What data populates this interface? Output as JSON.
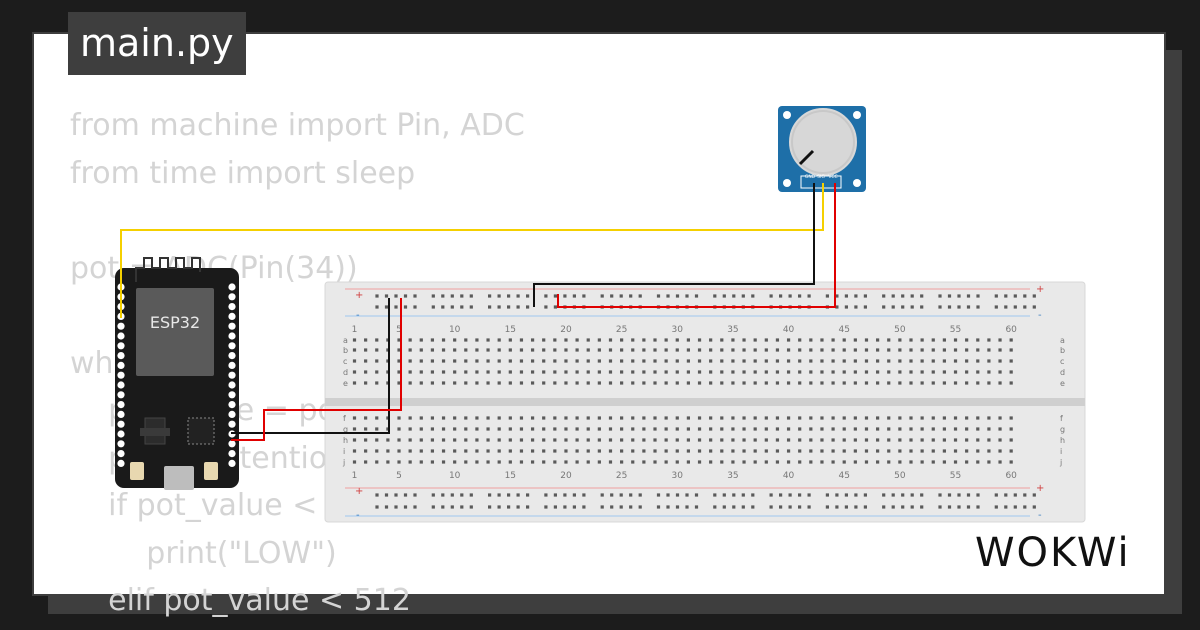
{
  "tab": {
    "filename": "main.py"
  },
  "code_lines": [
    "from machine import Pin, ADC",
    "from time import sleep",
    "",
    "pot = ADC(Pin(34))",
    "",
    "while True:",
    "    pot_value = pot.read()",
    "    print(\"Potentiometer value:\", pot_value)",
    "    if pot_value < 512:",
    "        print(\"LOW\")",
    "    elif pot_value < 512"
  ],
  "esp32": {
    "label": "ESP32"
  },
  "potentiometer": {
    "pins": [
      "GND",
      "SIG",
      "VCC"
    ]
  },
  "breadboard": {
    "column_numbers": [
      "1",
      "5",
      "10",
      "15",
      "20",
      "25",
      "30",
      "35",
      "40",
      "45",
      "50",
      "55",
      "60"
    ],
    "rows_top": [
      "a",
      "b",
      "c",
      "d",
      "e"
    ],
    "rows_bottom": [
      "f",
      "g",
      "h",
      "i",
      "j"
    ],
    "rail_plus": "+",
    "rail_minus": "-"
  },
  "logo": {
    "text": "WOKWi"
  },
  "colors": {
    "wire_signal": "#f5d000",
    "wire_power": "#e00000",
    "wire_ground": "#111111",
    "pot_board": "#1e6fa8",
    "esp32_board": "#1a1a1a"
  }
}
